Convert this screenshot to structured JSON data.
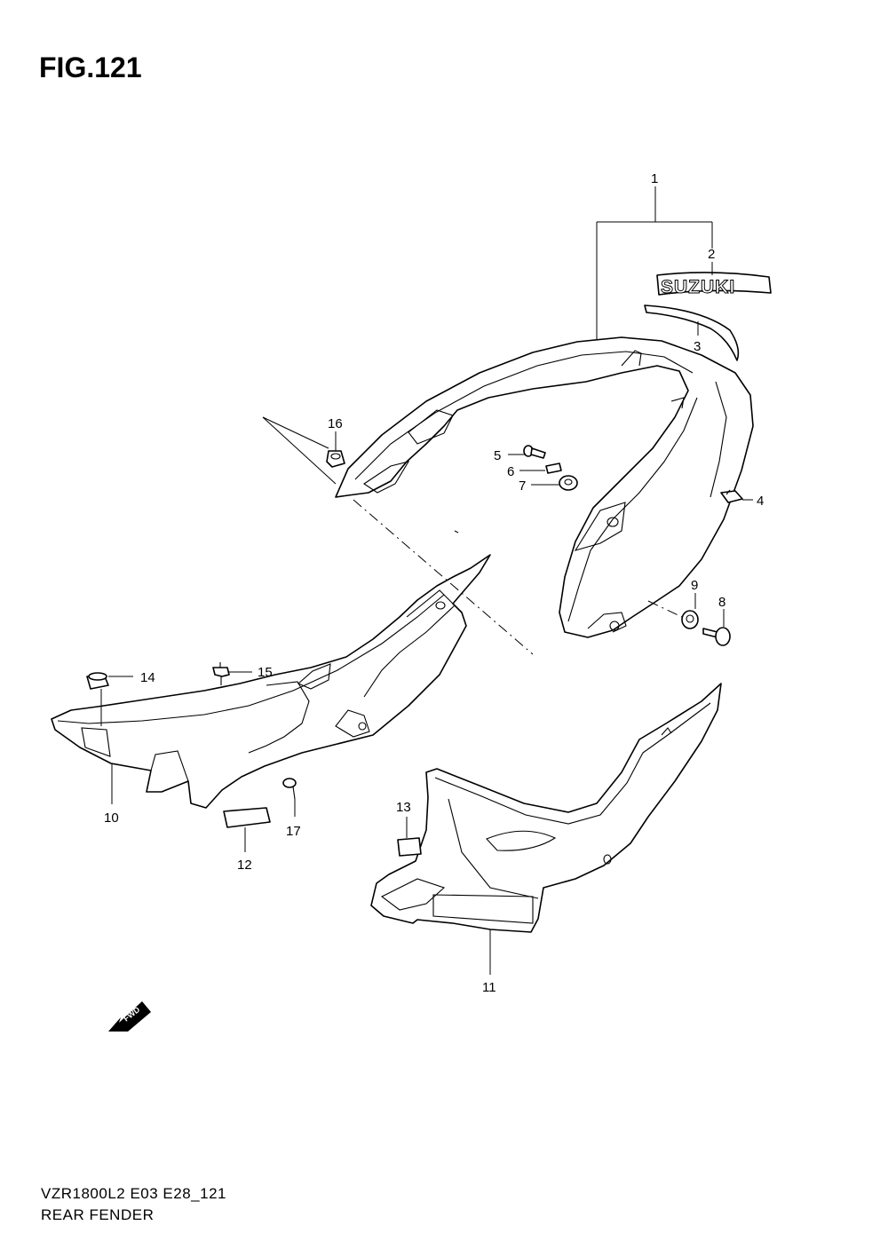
{
  "figure": {
    "title": "FIG.121",
    "model_code": "VZR1800L2 E03 E28_121",
    "name": "REAR FENDER"
  },
  "emblem": {
    "text": "SUZUKI"
  },
  "fwd_arrow": {
    "text": "FWD"
  },
  "callouts": [
    {
      "id": "callout-1",
      "label": "1"
    },
    {
      "id": "callout-2",
      "label": "2"
    },
    {
      "id": "callout-3",
      "label": "3"
    },
    {
      "id": "callout-4",
      "label": "4"
    },
    {
      "id": "callout-5",
      "label": "5"
    },
    {
      "id": "callout-6",
      "label": "6"
    },
    {
      "id": "callout-7",
      "label": "7"
    },
    {
      "id": "callout-8",
      "label": "8"
    },
    {
      "id": "callout-9",
      "label": "9"
    },
    {
      "id": "callout-10",
      "label": "10"
    },
    {
      "id": "callout-11",
      "label": "11"
    },
    {
      "id": "callout-12",
      "label": "12"
    },
    {
      "id": "callout-13",
      "label": "13"
    },
    {
      "id": "callout-14",
      "label": "14"
    },
    {
      "id": "callout-15",
      "label": "15"
    },
    {
      "id": "callout-16",
      "label": "16"
    },
    {
      "id": "callout-17",
      "label": "17"
    }
  ]
}
